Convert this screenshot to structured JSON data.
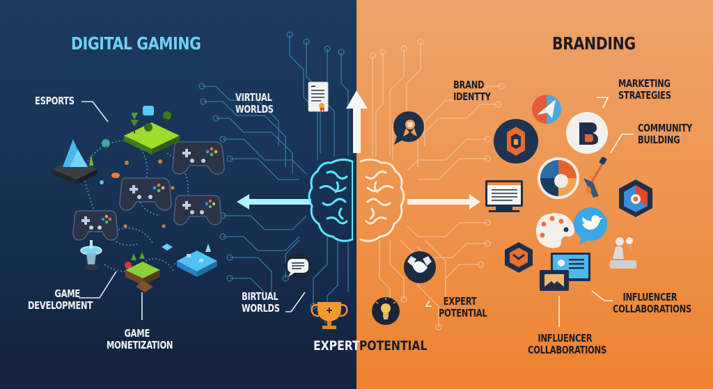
{
  "left_panel": {
    "title": "DIGITAL GAMING",
    "background_colors": [
      "#1b3b5e",
      "#13223f"
    ],
    "title_color": "#6fd3f2",
    "labels": {
      "esports": "eSPORTS",
      "virtual_worlds": [
        "VIRTUAL",
        "WORLDS"
      ],
      "birtual_worlds": [
        "BIRTUAL",
        "WORLDS"
      ],
      "game_development": [
        "GAME",
        "DEVELOPMENT"
      ],
      "game_monetization": [
        "GAME",
        "MONETIZATION"
      ]
    },
    "icons": [
      "isometric-forest-island-icon",
      "isometric-crystal-mountain-icon",
      "game-controller-icon",
      "game-controller-icon",
      "game-controller-icon",
      "game-controller-icon",
      "game-controller-icon",
      "fountain-icon",
      "isometric-tree-island-icon",
      "isometric-water-island-icon",
      "certificate-document-icon",
      "chat-bubble-icon",
      "trophy-icon"
    ]
  },
  "right_panel": {
    "title": "BRANDING",
    "background_colors": [
      "#eda36a",
      "#ee8230"
    ],
    "title_color": "#1b1b23",
    "labels": {
      "brand_identity": [
        "BRAND",
        "IDENTTY"
      ],
      "marketing_strategies": [
        "MARKETING",
        "STRATEGIES"
      ],
      "community_building": [
        "COMMUNITY",
        "BUILDING"
      ],
      "expert_potential": [
        "EXPERT",
        "POTENTIAL"
      ],
      "influencer_collaborations_1": [
        "INFLUENCER",
        "COLLABORATIONS"
      ],
      "influencer_collaborations_2": [
        "INFLUENCER",
        "COLLABORATIONS"
      ]
    },
    "icons": [
      "award-badge-bubble-icon",
      "paper-plane-logo-icon",
      "geometric-logo-icon",
      "letter-b-logo-icon",
      "color-wheel-icon",
      "paintbrush-icon",
      "hexagon-logo-icon",
      "monitor-icon",
      "paint-palette-icon",
      "twitter-bird-icon",
      "hexagon-chevron-icon",
      "email-message-icon",
      "figure-3d-icon",
      "handshake-icon",
      "lightbulb-icon"
    ]
  },
  "center": {
    "left_word": "EXPERT",
    "right_word": "POTENTIAL",
    "brain_left_color": "#5fe6ff",
    "brain_right_color": "#ffe8d2",
    "arrows": [
      "arrow-up",
      "arrow-left",
      "arrow-right"
    ]
  }
}
